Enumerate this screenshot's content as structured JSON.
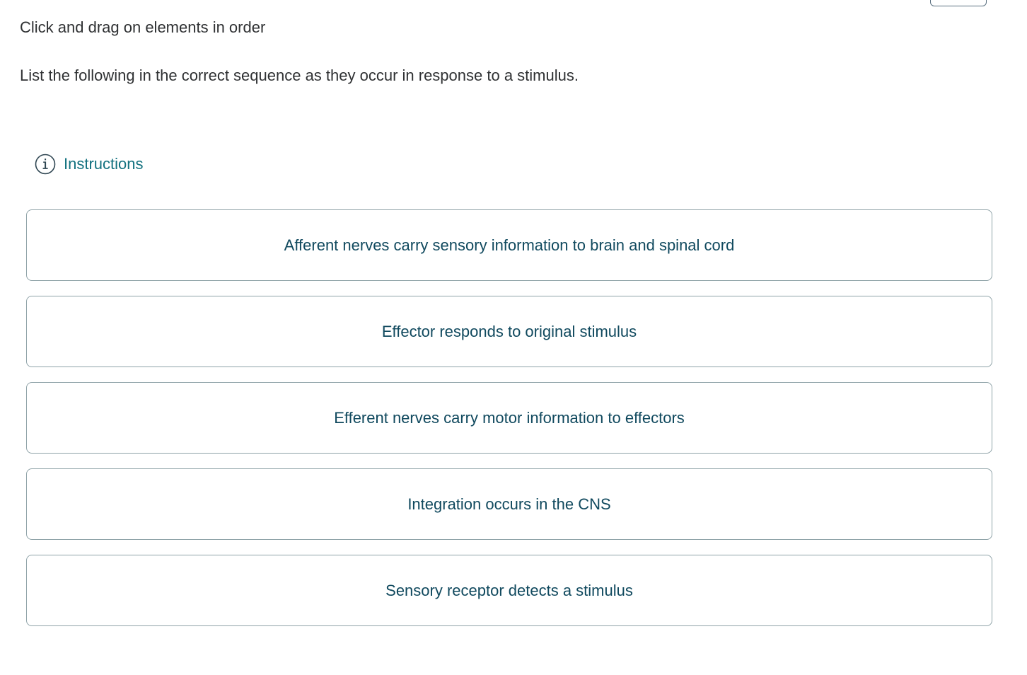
{
  "top_button": {
    "name": "partially-visible-button",
    "label": ""
  },
  "prompt": {
    "title": "Click and drag on elements in order",
    "subtitle": "List the following in the correct sequence as they occur in response to a stimulus."
  },
  "instructions": {
    "icon": "info-circle-icon",
    "label": "Instructions"
  },
  "items": [
    {
      "label": "Afferent nerves carry sensory information to brain and spinal cord"
    },
    {
      "label": "Effector responds to original stimulus"
    },
    {
      "label": "Efferent nerves carry motor information to effectors"
    },
    {
      "label": "Integration occurs in the CNS"
    },
    {
      "label": "Sensory receptor detects a stimulus"
    }
  ],
  "colors": {
    "item_text": "#10495e",
    "item_border": "#8fa3a8",
    "link": "#12717f",
    "prompt_text": "#2f3133",
    "background": "#ffffff"
  }
}
